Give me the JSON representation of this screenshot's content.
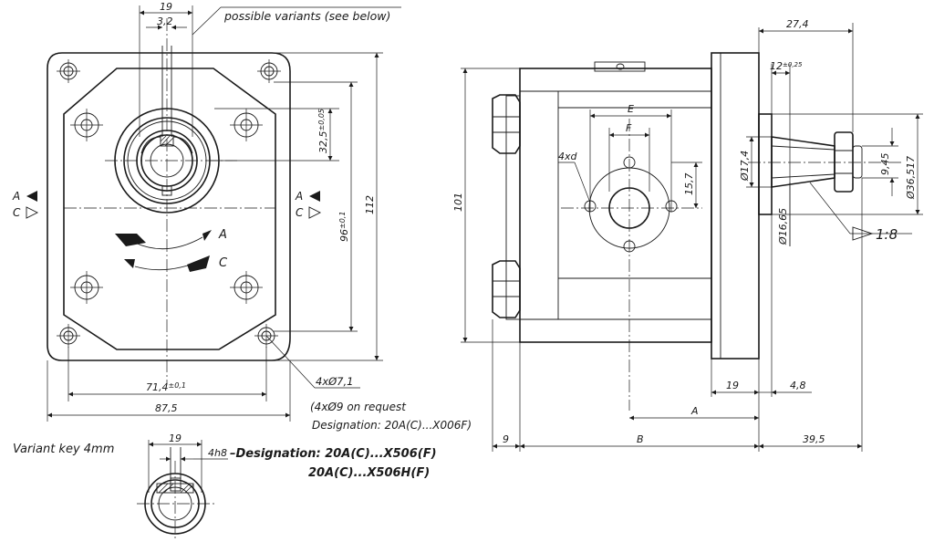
{
  "dims": {
    "d19_top": "19",
    "d3_2": "3,2",
    "possible_variants": "possible variants (see below)",
    "d32_5": "32,5",
    "d32_5_tol": "±0,05",
    "d96": "96",
    "d96_tol": "±0,1",
    "d112": "112",
    "d71_4": "71,4",
    "d71_4_tol": "±0,1",
    "d87_5": "87,5",
    "hole_count_dia": "4xØ7,1",
    "holes_on_request": "(4xØ9 on request",
    "designation_holes": "Designation: 20A(C)...X006F)",
    "d27_4": "27,4",
    "d12": "12",
    "d12_tol": "±0,25",
    "d101": "101",
    "dE": "E",
    "dF": "F",
    "d4xd": "4xd",
    "d15_7": "15,7",
    "d17_4": "Ø17,4",
    "d16_65": "Ø16,65",
    "d9_45": "9,45",
    "d36_517": "Ø36,517",
    "taper": "1:8",
    "d19_side": "19",
    "d4_8": "4,8",
    "dA": "A",
    "d9": "9",
    "dB": "B",
    "d39_5": "39,5",
    "variant_key": "Variant key 4mm",
    "d19_variant": "19",
    "d4h8": "4h8",
    "designation_variant_1": "–Designation: 20A(C)...X506(F)",
    "designation_variant_2": "20A(C)...X506H(F)"
  },
  "rotation": {
    "left_marker_a": "A",
    "left_marker_c": "C",
    "right_marker_a": "A",
    "right_marker_c": "C",
    "arrow_a_label": "A",
    "arrow_c_label": "C",
    "marker_a_icon": "filled-triangle-left-icon",
    "marker_c_icon": "hollow-triangle-right-icon"
  },
  "colors": {
    "ink": "#1a1a1a",
    "paper": "#ffffff"
  }
}
